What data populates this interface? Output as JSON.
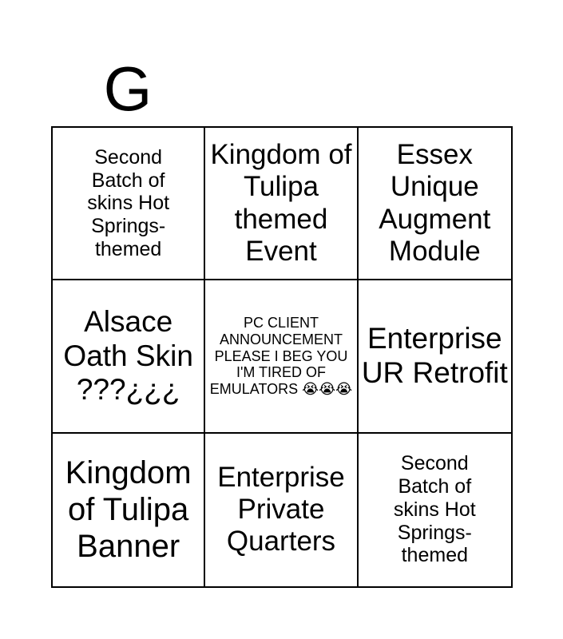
{
  "header": {
    "letter": "G"
  },
  "board": {
    "cells": [
      "Second Batch of skins Hot Springs-themed",
      "Kingdom of Tulipa themed Event",
      "Essex Unique Augment Module",
      "Alsace Oath Skin ???¿¿¿",
      "PC CLIENT ANNOUNCEMENT PLEASE I BEG YOU I'M TIRED OF EMULATORS 😭😭😭",
      "Enterprise UR Retrofit",
      "Kingdom of Tulipa Banner",
      "Enterprise Private Quarters",
      "Second Batch of skins Hot Springs-themed"
    ]
  }
}
